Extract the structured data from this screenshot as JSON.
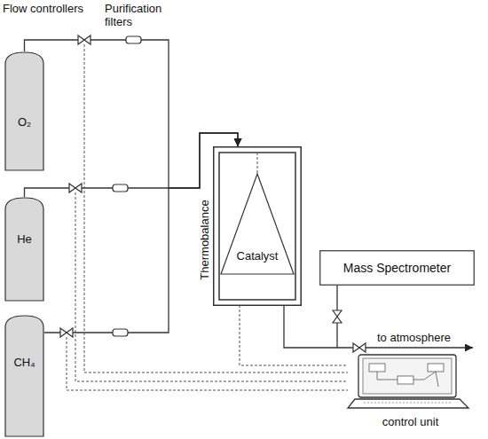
{
  "diagram": {
    "nodes": [
      {
        "text": [
          "O₂"
        ]
      },
      {
        "text": [
          "He"
        ]
      },
      {
        "text": [
          "CH₄"
        ]
      },
      {
        "text": [
          "Thermobalance"
        ]
      },
      {
        "text": [
          "Catalyst"
        ],
        "in": 3
      },
      {
        "text": [
          "Mass Spectrometer"
        ]
      },
      {
        "text": [
          "control unit"
        ]
      }
    ],
    "edges": [
      {
        "from": 0,
        "to": 3,
        "arrow": "to"
      },
      {
        "from": 1,
        "to": 3,
        "arrow": "to"
      },
      {
        "from": 2,
        "to": 3,
        "arrow": "to"
      },
      {
        "from": 3,
        "to": 5,
        "arrow": "none"
      },
      {
        "from": 6,
        "to": 3,
        "arrow": "none"
      }
    ],
    "labels": [
      "Flow controllers",
      "Purification filters",
      "to atmosphere"
    ]
  }
}
